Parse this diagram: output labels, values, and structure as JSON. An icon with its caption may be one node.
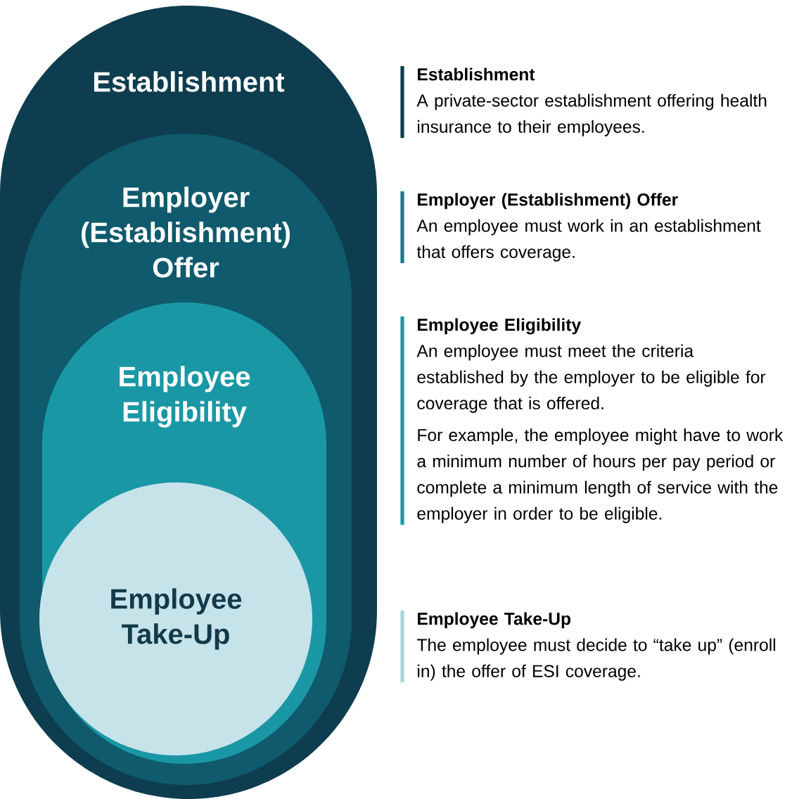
{
  "diagram": {
    "nodes": [
      {
        "text": [
          "Establishment"
        ]
      },
      {
        "text": [
          "Employer (Establishment) Offer"
        ],
        "in": 0
      },
      {
        "text": [
          "Employee Eligibility"
        ],
        "in": 1
      },
      {
        "text": [
          "Employee Take-Up"
        ],
        "in": 2
      },
      {
        "text": [
          "Establishment",
          "A private-sector establishment offering health insurance to their employees."
        ]
      },
      {
        "text": [
          "Employer (Establishment) Offer",
          "An employee must work in an establishment that offers coverage."
        ]
      },
      {
        "text": [
          "Employee Eligibility",
          "An employee must meet the criteria established by the employer to be eligible for coverage that is offered.",
          "For example, the employee might have to work a minimum number of hours per pay period or complete a minimum length of service with the employer in order to be eligible."
        ]
      },
      {
        "text": [
          "Employee Take-Up",
          "The employee must decide to “take up” (enroll in) the offer of ESI coverage."
        ]
      }
    ]
  }
}
